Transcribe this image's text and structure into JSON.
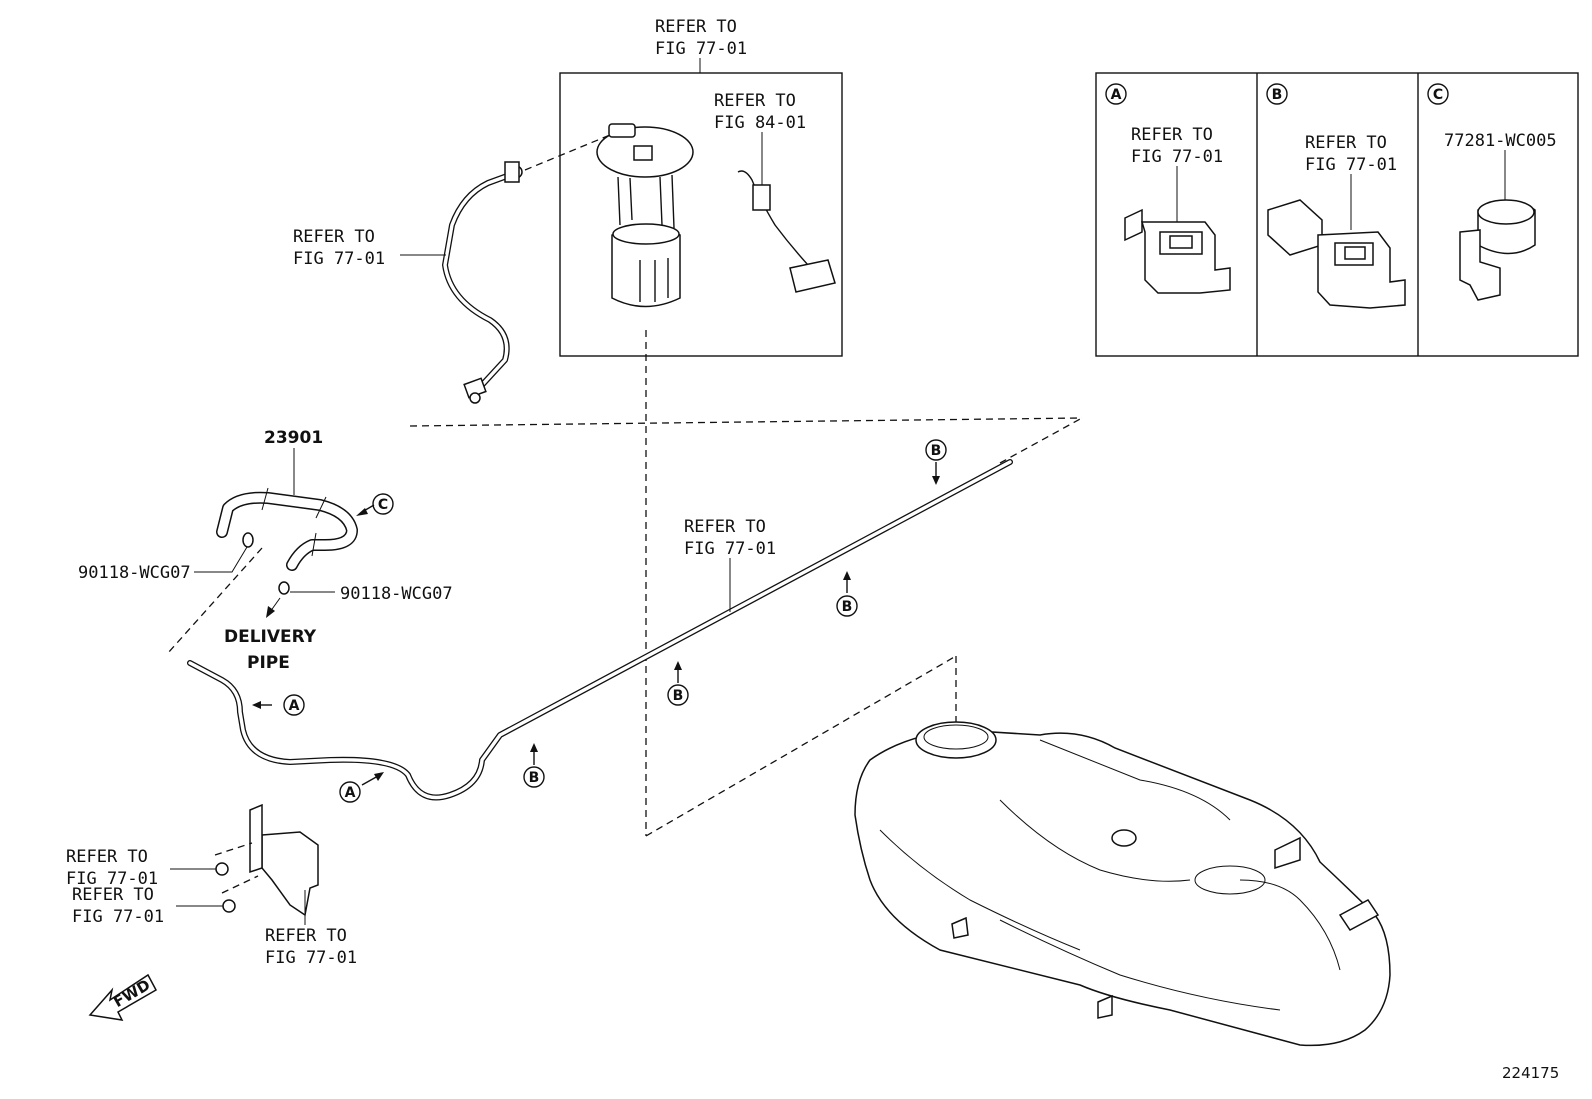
{
  "refer_label": "REFER TO",
  "labels": {
    "pump_top": "FIG 77-01",
    "sender": "FIG 84-01",
    "tube_left": "FIG 77-01",
    "main_pipe": "FIG 77-01",
    "bolt_1": "FIG 77-01",
    "bolt_2": "FIG 77-01",
    "protector": "FIG 77-01",
    "inset_a": "FIG 77-01",
    "inset_b": "FIG 77-01"
  },
  "part_numbers": {
    "hose": "23901",
    "clip_left": "90118-WCG07",
    "clip_right": "90118-WCG07",
    "clamp_c": "77281-WC005"
  },
  "delivery_pipe": {
    "line1": "DELIVERY",
    "line2": "PIPE"
  },
  "callouts": {
    "a": "A",
    "b": "B",
    "c": "C"
  },
  "fwd": "FWD",
  "figure_number": "224175"
}
